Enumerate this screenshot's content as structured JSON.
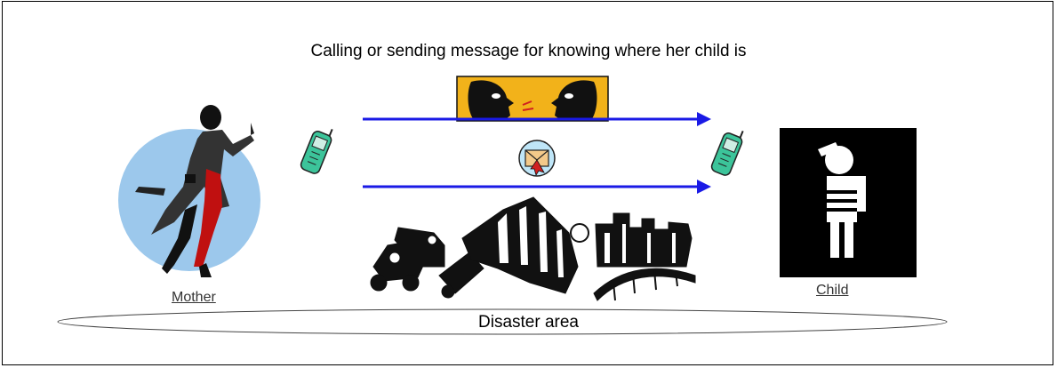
{
  "title": "Calling or sending message for knowing where her child is",
  "labels": {
    "mother": "Mother",
    "child": "Child",
    "area": "Disaster area"
  },
  "colors": {
    "arrow": "#1a1ae6",
    "mother_circle": "#9cc8ec",
    "phone": "#3cc49a",
    "talk_banner": "#f2b21a",
    "mother_dress": "#c01010"
  },
  "icons": {
    "mother": "woman-silhouette-icon",
    "child": "child-silhouette-icon",
    "phone": "mobile-phone-icon",
    "talk": "two-faces-talking-icon",
    "message": "envelope-message-icon",
    "city": "ruined-city-icon"
  }
}
